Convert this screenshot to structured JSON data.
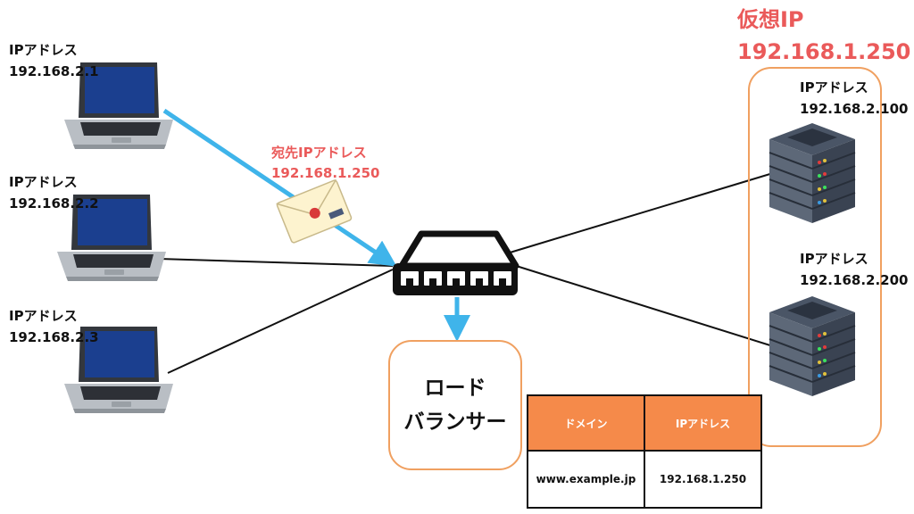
{
  "clients": [
    {
      "label": "IPアドレス",
      "ip": "192.168.2.1"
    },
    {
      "label": "IPアドレス",
      "ip": "192.168.2.2"
    },
    {
      "label": "IPアドレス",
      "ip": "192.168.2.3"
    }
  ],
  "servers": [
    {
      "label": "IPアドレス",
      "ip": "192.168.2.100"
    },
    {
      "label": "IPアドレス",
      "ip": "192.168.2.200"
    }
  ],
  "virtual_ip": {
    "label": "仮想IP",
    "ip": "192.168.1.250"
  },
  "destination": {
    "label": "宛先IPアドレス",
    "ip": "192.168.1.250"
  },
  "load_balancer": {
    "line1": "ロード",
    "line2": "バランサー"
  },
  "dns_table": {
    "headers": [
      "ドメイン",
      "IPアドレス"
    ],
    "row": [
      "www.example.jp",
      "192.168.1.250"
    ]
  },
  "colors": {
    "accent": "#ea5a5a",
    "arrow": "#3fb4ea",
    "box_border": "#f0a060",
    "table_header": "#f58a4a"
  },
  "icons": [
    "laptop-icon",
    "network-switch-icon",
    "server-rack-icon",
    "envelope-icon"
  ]
}
